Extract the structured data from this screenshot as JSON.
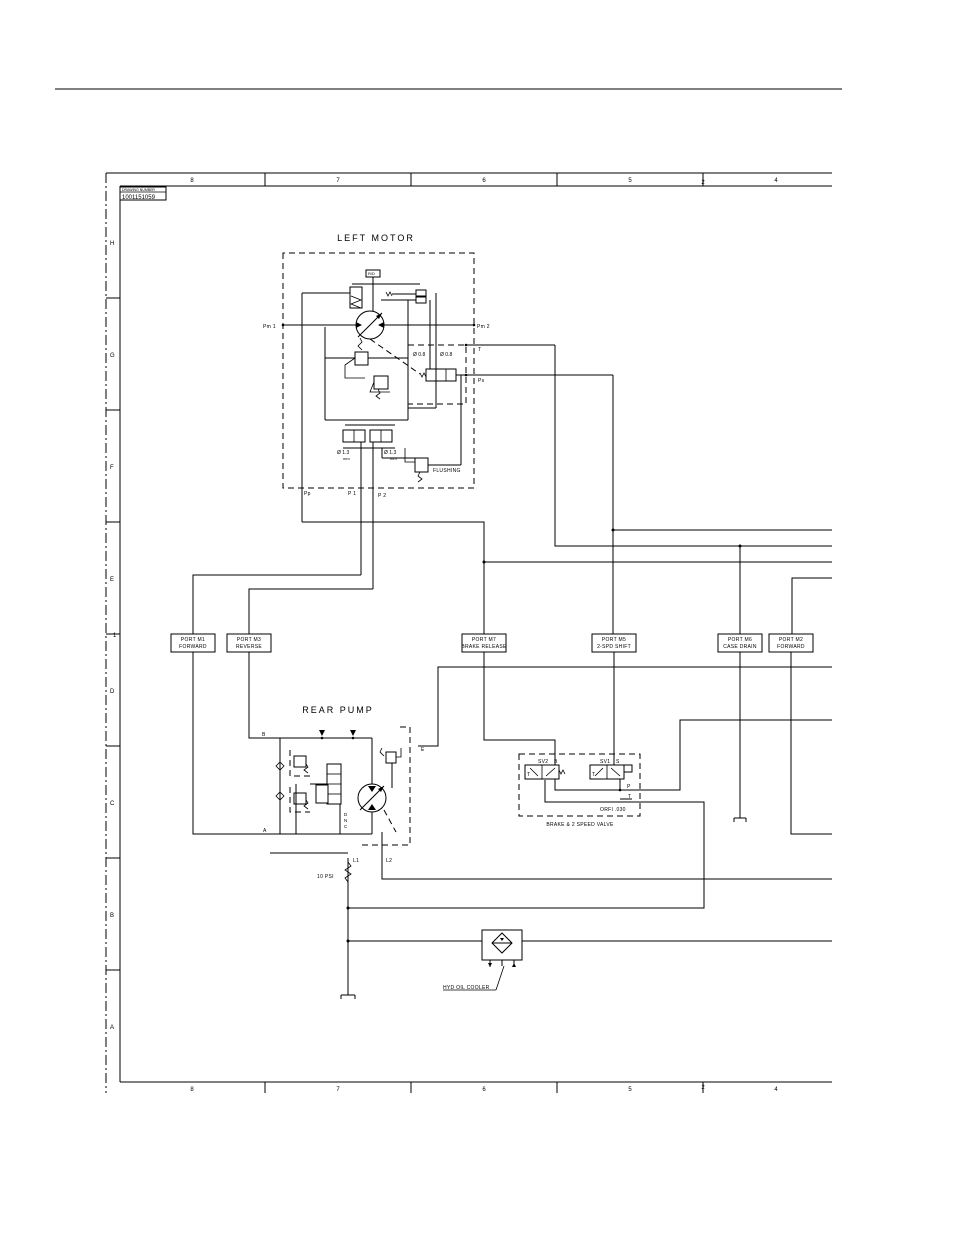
{
  "frame": {
    "columns": [
      "8",
      "7",
      "6",
      "5",
      "4"
    ],
    "rows": [
      "H",
      "G",
      "F",
      "E",
      "D",
      "C",
      "B",
      "A"
    ],
    "side_marker": "1",
    "top_marker": "2"
  },
  "drawing_number": {
    "label": "DRAWING NUMBER",
    "value": "1001151059"
  },
  "left_motor": {
    "title": "LEFT MOTOR",
    "ports": {
      "pm1": "Pm 1",
      "pm2": "Pm 2",
      "ps": "Ps",
      "pp": "Pp",
      "p1": "P 1",
      "p2": "P 2",
      "t": "T"
    },
    "box_label": "R/D",
    "orifice_top_1": "Ø 0.8",
    "orifice_top_2": "Ø 0.8",
    "orifice_left": "Ø 1.3",
    "orifice_left_unit": "mm",
    "orifice_right": "Ø 1.3",
    "orifice_right_unit": "mm",
    "flushing": "FLUSHING"
  },
  "port_labels": [
    {
      "line1": "PORT M1",
      "line2": "FORWARD"
    },
    {
      "line1": "PORT M3",
      "line2": "REVERSE"
    },
    {
      "line1": "PORT M7",
      "line2": "BRAKE RELEASE"
    },
    {
      "line1": "PORT M5",
      "line2": "2-SPD SHIFT"
    },
    {
      "line1": "PORT M6",
      "line2": "CASE DRAIN"
    },
    {
      "line1": "PORT M2",
      "line2": "FORWARD"
    }
  ],
  "rear_pump": {
    "title": "REAR PUMP",
    "b": "B",
    "a": "A",
    "e": "E",
    "d": "D",
    "n": "N",
    "c": "C",
    "l1": "L1",
    "l2": "L2"
  },
  "brake_valve": {
    "label": "BRAKE & 2 SPEED VALVE",
    "sv2": "SV2",
    "b": "B",
    "sv1": "SV1",
    "s": "S",
    "p": "P",
    "t1": "T",
    "t2": "T",
    "t3": "T",
    "orifice": "ORFI .030"
  },
  "relief": "10 PSI",
  "oil_cooler": "HYD OIL COOLER"
}
